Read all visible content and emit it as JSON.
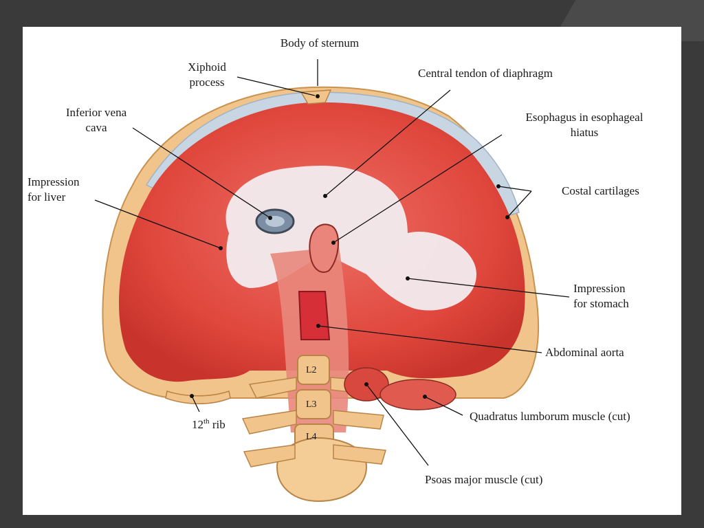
{
  "labels": {
    "body_of_sternum": "Body of sternum",
    "xiphoid_1": "Xiphoid",
    "xiphoid_2": "process",
    "central_tendon": "Central tendon of diaphragm",
    "ivc_1": "Inferior vena",
    "ivc_2": "cava",
    "esophagus_1": "Esophagus in esophageal",
    "esophagus_2": "hiatus",
    "liver_1": "Impression",
    "liver_2": "for liver",
    "costal": "Costal cartilages",
    "stomach_1": "Impression",
    "stomach_2": "for stomach",
    "aorta": "Abdominal aorta",
    "rib_num": "12",
    "rib_sup": "th",
    "rib_word": " rib",
    "quadratus": "Quadratus lumborum muscle (cut)",
    "psoas": "Psoas major muscle (cut)",
    "l2": "L2",
    "l3": "L3",
    "l4": "L4"
  },
  "colors": {
    "muscle": "#e0473d",
    "muscle_dark": "#c8342c",
    "tendon": "#f2ecef",
    "bone": "#f0c48a",
    "cartilage": "#c8d6e4"
  }
}
